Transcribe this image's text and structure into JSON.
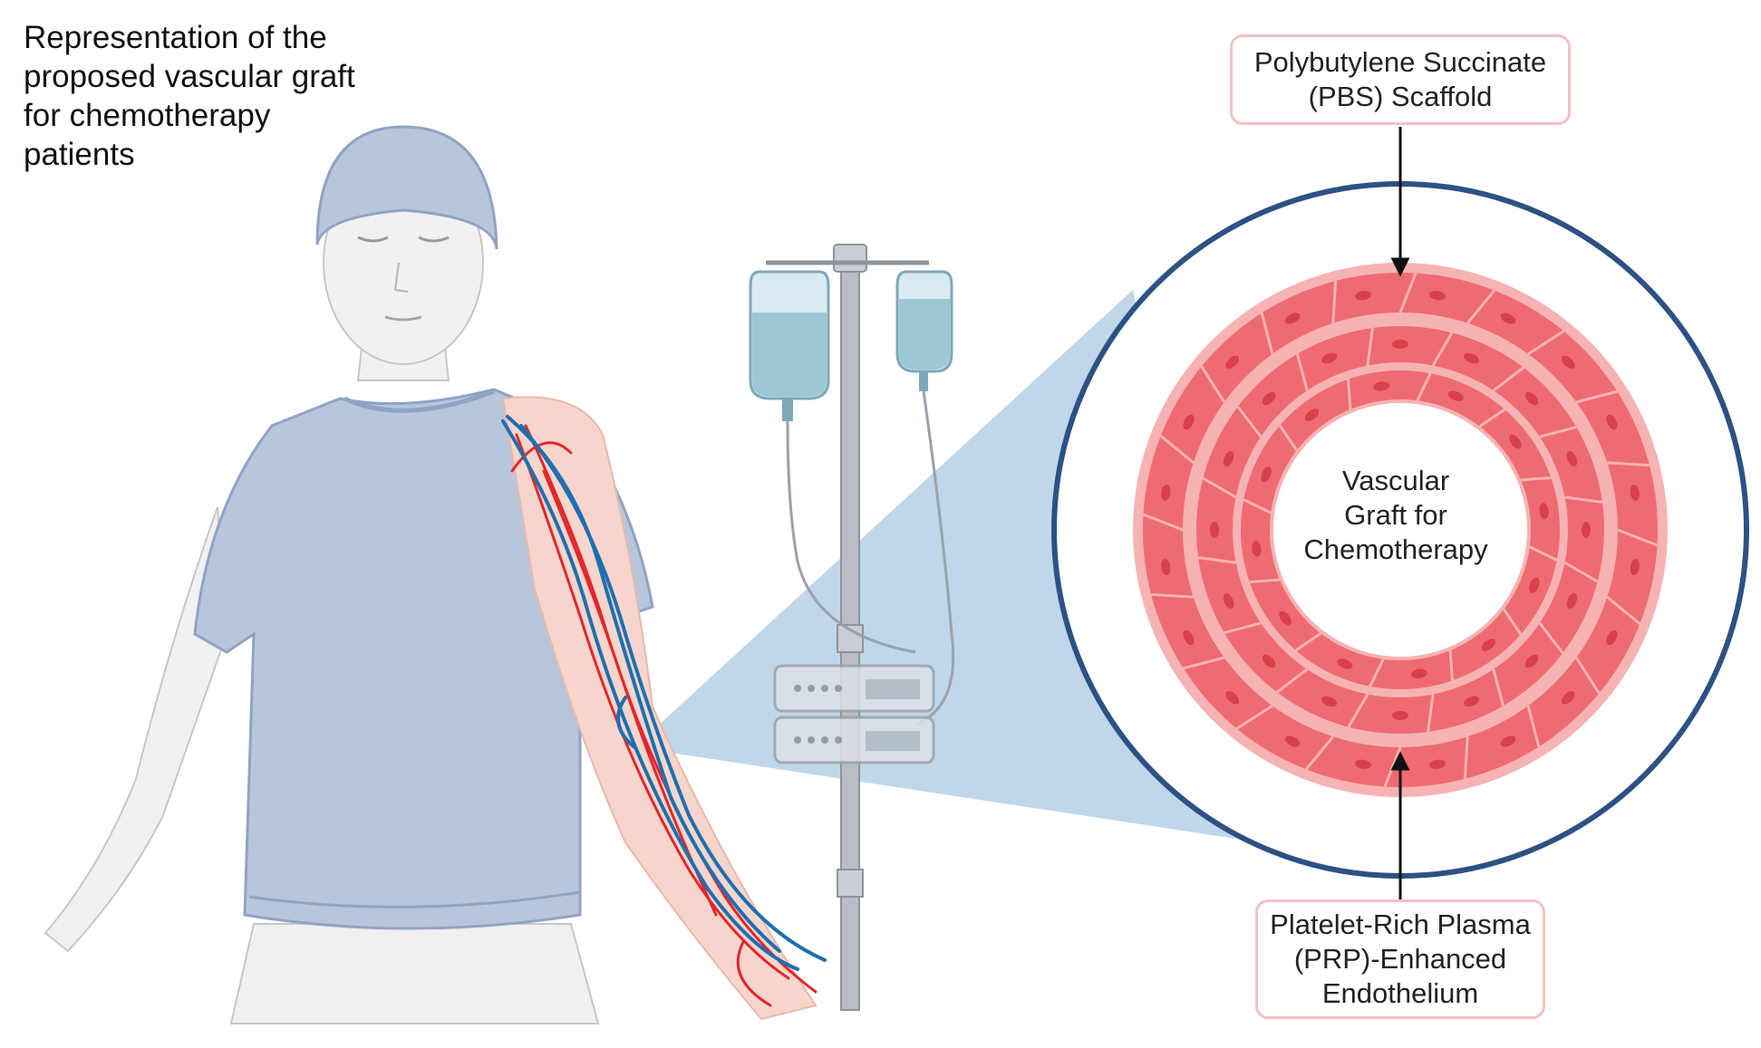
{
  "title_lines": [
    "Representation of the",
    "proposed vascular graft",
    "for chemotherapy",
    "patients"
  ],
  "labels": {
    "scaffold": [
      "Polybutylene Succinate",
      "(PBS) Scaffold"
    ],
    "center": [
      "Vascular",
      "Graft for",
      "Chemotherapy"
    ],
    "endothelium": [
      "Platelet-Rich Plasma",
      "(PRP)-Enhanced",
      "Endothelium"
    ]
  },
  "icons": [
    "patient-figure",
    "iv-pole",
    "iv-bag",
    "infusion-pump",
    "graft-cross-section"
  ],
  "colors": {
    "shirt": "#b8c6dc",
    "shirt_stroke": "#8fa3c4",
    "skin": "#f1f1f1",
    "arm_skin": "#f6d6cc",
    "vein_blue": "#1e6fb0",
    "artery_red": "#e3262e",
    "zoom_cone": "#a9c9e2",
    "outer_ring": "#2c5183",
    "graft_pink": "#f6b3b3",
    "cell_red": "#ee6b72",
    "cell_nucleus": "#d8404b",
    "iv_fluid": "#9cc8d6",
    "box_border": "#f2c2c0"
  }
}
